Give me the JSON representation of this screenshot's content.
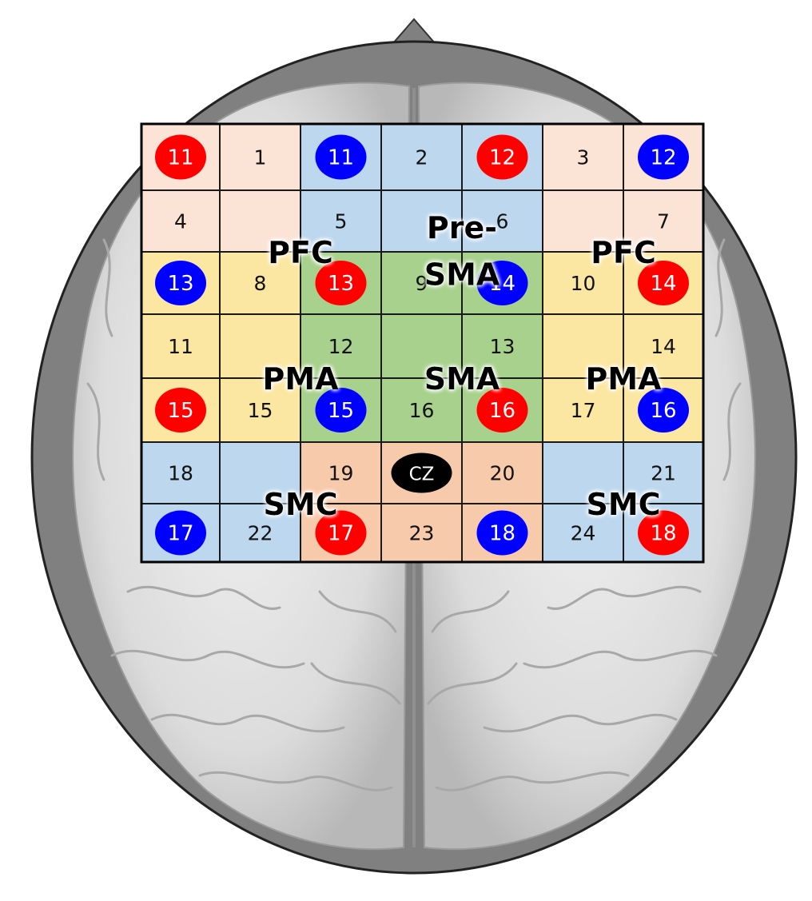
{
  "colors": {
    "head": "#808080",
    "brain": "#e4e4e4",
    "pfc": "#fbe3d6",
    "presma": "#bdd7ee",
    "pma": "#fbe6a2",
    "sma": "#a9d18e",
    "smc": "#bdd7ee",
    "m1": "#f8caac",
    "red": "#ff0000",
    "blue": "#0000ff",
    "cz": "#000000",
    "grid_line": "#1a1a1a"
  },
  "columns": 7,
  "rows": 7,
  "cells": [
    [
      {
        "region": "pfc",
        "src": {
          "color": "red",
          "label": "11"
        }
      },
      {
        "region": "pfc",
        "label": "1"
      },
      {
        "region": "presma",
        "src": {
          "color": "blue",
          "label": "11"
        }
      },
      {
        "region": "presma",
        "label": "2"
      },
      {
        "region": "presma",
        "src": {
          "color": "red",
          "label": "12"
        }
      },
      {
        "region": "pfc",
        "label": "3"
      },
      {
        "region": "pfc",
        "src": {
          "color": "blue",
          "label": "12"
        }
      }
    ],
    [
      {
        "region": "pfc",
        "label": "4"
      },
      {
        "region": "pfc"
      },
      {
        "region": "presma",
        "label": "5"
      },
      {
        "region": "presma"
      },
      {
        "region": "presma",
        "label": "6"
      },
      {
        "region": "pfc"
      },
      {
        "region": "pfc",
        "label": "7"
      }
    ],
    [
      {
        "region": "pma",
        "src": {
          "color": "blue",
          "label": "13"
        }
      },
      {
        "region": "pma",
        "label": "8"
      },
      {
        "region": "sma",
        "src": {
          "color": "red",
          "label": "13"
        }
      },
      {
        "region": "sma",
        "label": "9"
      },
      {
        "region": "sma",
        "src": {
          "color": "blue",
          "label": "14"
        }
      },
      {
        "region": "pma",
        "label": "10"
      },
      {
        "region": "pma",
        "src": {
          "color": "red",
          "label": "14"
        }
      }
    ],
    [
      {
        "region": "pma",
        "label": "11"
      },
      {
        "region": "pma"
      },
      {
        "region": "sma",
        "label": "12"
      },
      {
        "region": "sma"
      },
      {
        "region": "sma",
        "label": "13"
      },
      {
        "region": "pma"
      },
      {
        "region": "pma",
        "label": "14"
      }
    ],
    [
      {
        "region": "pma",
        "src": {
          "color": "red",
          "label": "15"
        }
      },
      {
        "region": "pma",
        "label": "15"
      },
      {
        "region": "sma",
        "src": {
          "color": "blue",
          "label": "15"
        }
      },
      {
        "region": "sma",
        "label": "16"
      },
      {
        "region": "sma",
        "src": {
          "color": "red",
          "label": "16"
        }
      },
      {
        "region": "pma",
        "label": "17"
      },
      {
        "region": "pma",
        "src": {
          "color": "blue",
          "label": "16"
        }
      }
    ],
    [
      {
        "region": "smc",
        "label": "18"
      },
      {
        "region": "smc"
      },
      {
        "region": "m1",
        "label": "19"
      },
      {
        "region": "m1",
        "src": {
          "color": "cz",
          "label": "CZ"
        }
      },
      {
        "region": "m1",
        "label": "20"
      },
      {
        "region": "smc"
      },
      {
        "region": "smc",
        "label": "21"
      }
    ],
    [
      {
        "region": "smc",
        "src": {
          "color": "blue",
          "label": "17"
        }
      },
      {
        "region": "smc",
        "label": "22"
      },
      {
        "region": "m1",
        "src": {
          "color": "red",
          "label": "17"
        }
      },
      {
        "region": "m1",
        "label": "23"
      },
      {
        "region": "m1",
        "src": {
          "color": "blue",
          "label": "18"
        }
      },
      {
        "region": "smc",
        "label": "24"
      },
      {
        "region": "smc",
        "src": {
          "color": "red",
          "label": "18"
        }
      }
    ]
  ],
  "region_labels": [
    {
      "text": "PFC",
      "row": 1,
      "col": 1
    },
    {
      "text": "Pre-",
      "row": 0.6,
      "col": 3
    },
    {
      "text": "SMA",
      "row": 1.35,
      "col": 3
    },
    {
      "text": "PFC",
      "row": 1,
      "col": 5
    },
    {
      "text": "PMA",
      "row": 3,
      "col": 1
    },
    {
      "text": "SMA",
      "row": 3,
      "col": 3
    },
    {
      "text": "PMA",
      "row": 3,
      "col": 5
    },
    {
      "text": "SMC",
      "row": 5,
      "col": 1
    },
    {
      "text": "SMC",
      "row": 5,
      "col": 5
    }
  ]
}
